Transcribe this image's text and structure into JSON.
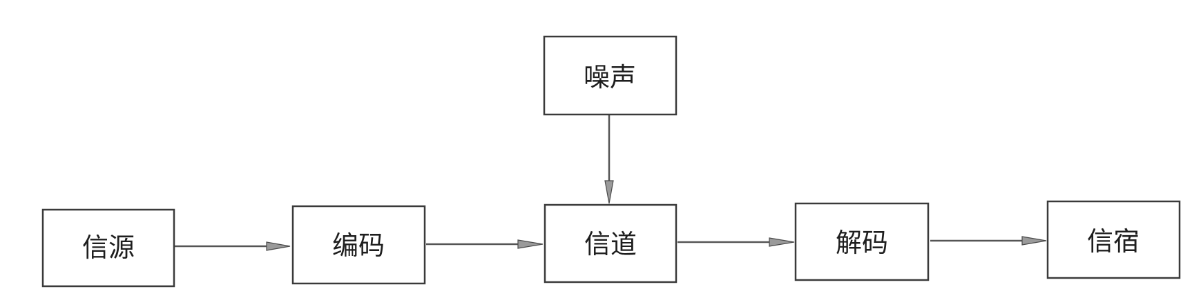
{
  "diagram": {
    "nodes": {
      "source": "信源",
      "encoder": "编码",
      "channel": "信道",
      "decoder": "解码",
      "sink": "信宿",
      "noise": "噪声"
    }
  }
}
